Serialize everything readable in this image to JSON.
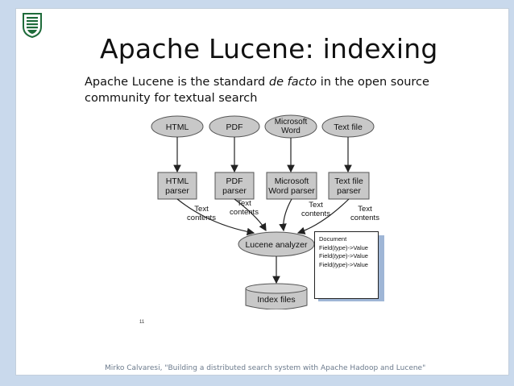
{
  "slide": {
    "title": "Apache Lucene: indexing",
    "subtitle": {
      "part1": "Apache Lucene is the standard ",
      "emphasis": "de facto",
      "part2": " in the open source community for textual search"
    },
    "page_number": "11",
    "footer": "Mirko Calvaresi, \"Building a distributed search system with Apache Hadoop and Lucene\""
  },
  "diagram": {
    "sources": [
      {
        "lines": [
          "HTML"
        ]
      },
      {
        "lines": [
          "PDF"
        ]
      },
      {
        "lines": [
          "Microsoft",
          "Word"
        ]
      },
      {
        "lines": [
          "Text file"
        ]
      }
    ],
    "parsers": [
      {
        "lines": [
          "HTML",
          "parser"
        ]
      },
      {
        "lines": [
          "PDF",
          "parser"
        ]
      },
      {
        "lines": [
          "Microsoft",
          "Word parser"
        ]
      },
      {
        "lines": [
          "Text file",
          "parser"
        ]
      }
    ],
    "edge_label": [
      "Text",
      "contents"
    ],
    "analyzer": "Lucene analyzer",
    "index": "Index files"
  },
  "document_box": {
    "heading": "Document",
    "rows": [
      {
        "prefix": "Field(",
        "type": "type",
        "suffix": ")->Value"
      },
      {
        "prefix": "Field(",
        "type": "type",
        "suffix": ")->Value"
      },
      {
        "prefix": "Field(",
        "type": "type",
        "suffix": ")->Value"
      }
    ]
  },
  "colors": {
    "background": "#c9d9ec",
    "slide": "#ffffff",
    "node_fill": "#c8c8c8",
    "edge": "#222222",
    "logo": "#1e6b3a"
  }
}
